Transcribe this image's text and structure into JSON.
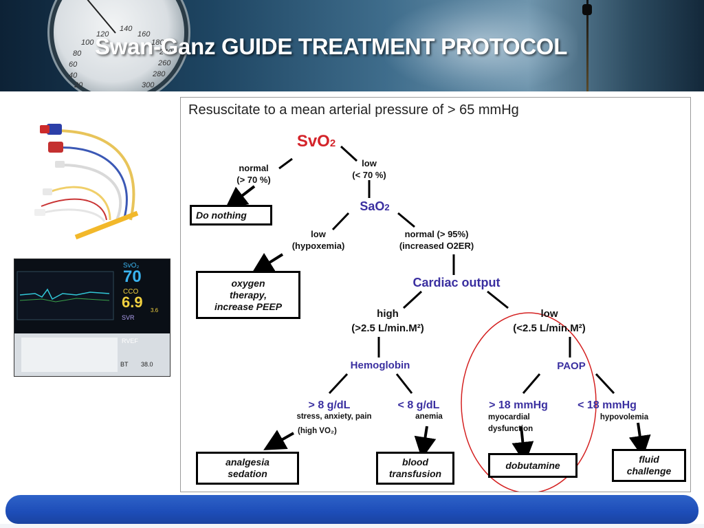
{
  "slide": {
    "title": "Swan-Ganz GUIDE TREATMENT PROTOCOL",
    "banner_gauge_numbers": [
      "140",
      "160",
      "180",
      "120",
      "100",
      "80",
      "60",
      "40",
      "20",
      "300",
      "280",
      "260",
      "240"
    ]
  },
  "monitor": {
    "svo2_label": "SvO₂",
    "svo2_value": "70",
    "cco_label": "CCO",
    "cco_value": "6.9",
    "svr_label": "SVR",
    "rvef_label": "RVEF",
    "bt_label": "BT",
    "bt_value": "38.0",
    "side_value": "3.6"
  },
  "flowchart": {
    "heading": "Resuscitate to a mean arterial pressure of > 65 mmHg",
    "svo2": {
      "main": "SvO",
      "sub": "2"
    },
    "svo2_normal": {
      "line1": "normal",
      "line2": "(> 70 %)"
    },
    "svo2_low": {
      "line1": "low",
      "line2": "(< 70 %)"
    },
    "do_nothing": "Do nothing",
    "sao2": {
      "main": "SaO",
      "sub": "2"
    },
    "sao2_low": {
      "line1": "low",
      "line2": "(hypoxemia)"
    },
    "sao2_normal": {
      "line1": "normal (> 95%)",
      "line2": "(increased O2ER)"
    },
    "oxygen_box": {
      "line1": "oxygen",
      "line2": "therapy,",
      "line3": "increase PEEP"
    },
    "cardiac_output": "Cardiac output",
    "co_high": {
      "line1": "high",
      "line2": "(>2.5 L/min.M²)"
    },
    "co_low": {
      "line1": "low",
      "line2": "(<2.5 L/min.M²)"
    },
    "hemoglobin": "Hemoglobin",
    "paop": "PAOP",
    "hb_high": "> 8 g/dL",
    "hb_high_causes": "stress, anxiety, pain",
    "hb_high_vo2": "(high VO₂)",
    "hb_low": "< 8 g/dL",
    "hb_low_cause": "anemia",
    "paop_high": "> 18 mmHg",
    "paop_high_cause": {
      "line1": "myocardial",
      "line2": "dysfunction"
    },
    "paop_low": "< 18 mmHg",
    "paop_low_cause": "hypovolemia",
    "analgesia_box": {
      "line1": "analgesia",
      "line2": "sedation"
    },
    "blood_box": {
      "line1": "blood",
      "line2": "transfusion"
    },
    "dobutamine_box": "dobutamine",
    "fluid_box": {
      "line1": "fluid",
      "line2": "challenge"
    }
  },
  "colors": {
    "svo2_red": "#d4242a",
    "node_blue": "#3a2fa0",
    "highlight_circle": "#d42020",
    "footer_blue": "#1d4db8"
  }
}
